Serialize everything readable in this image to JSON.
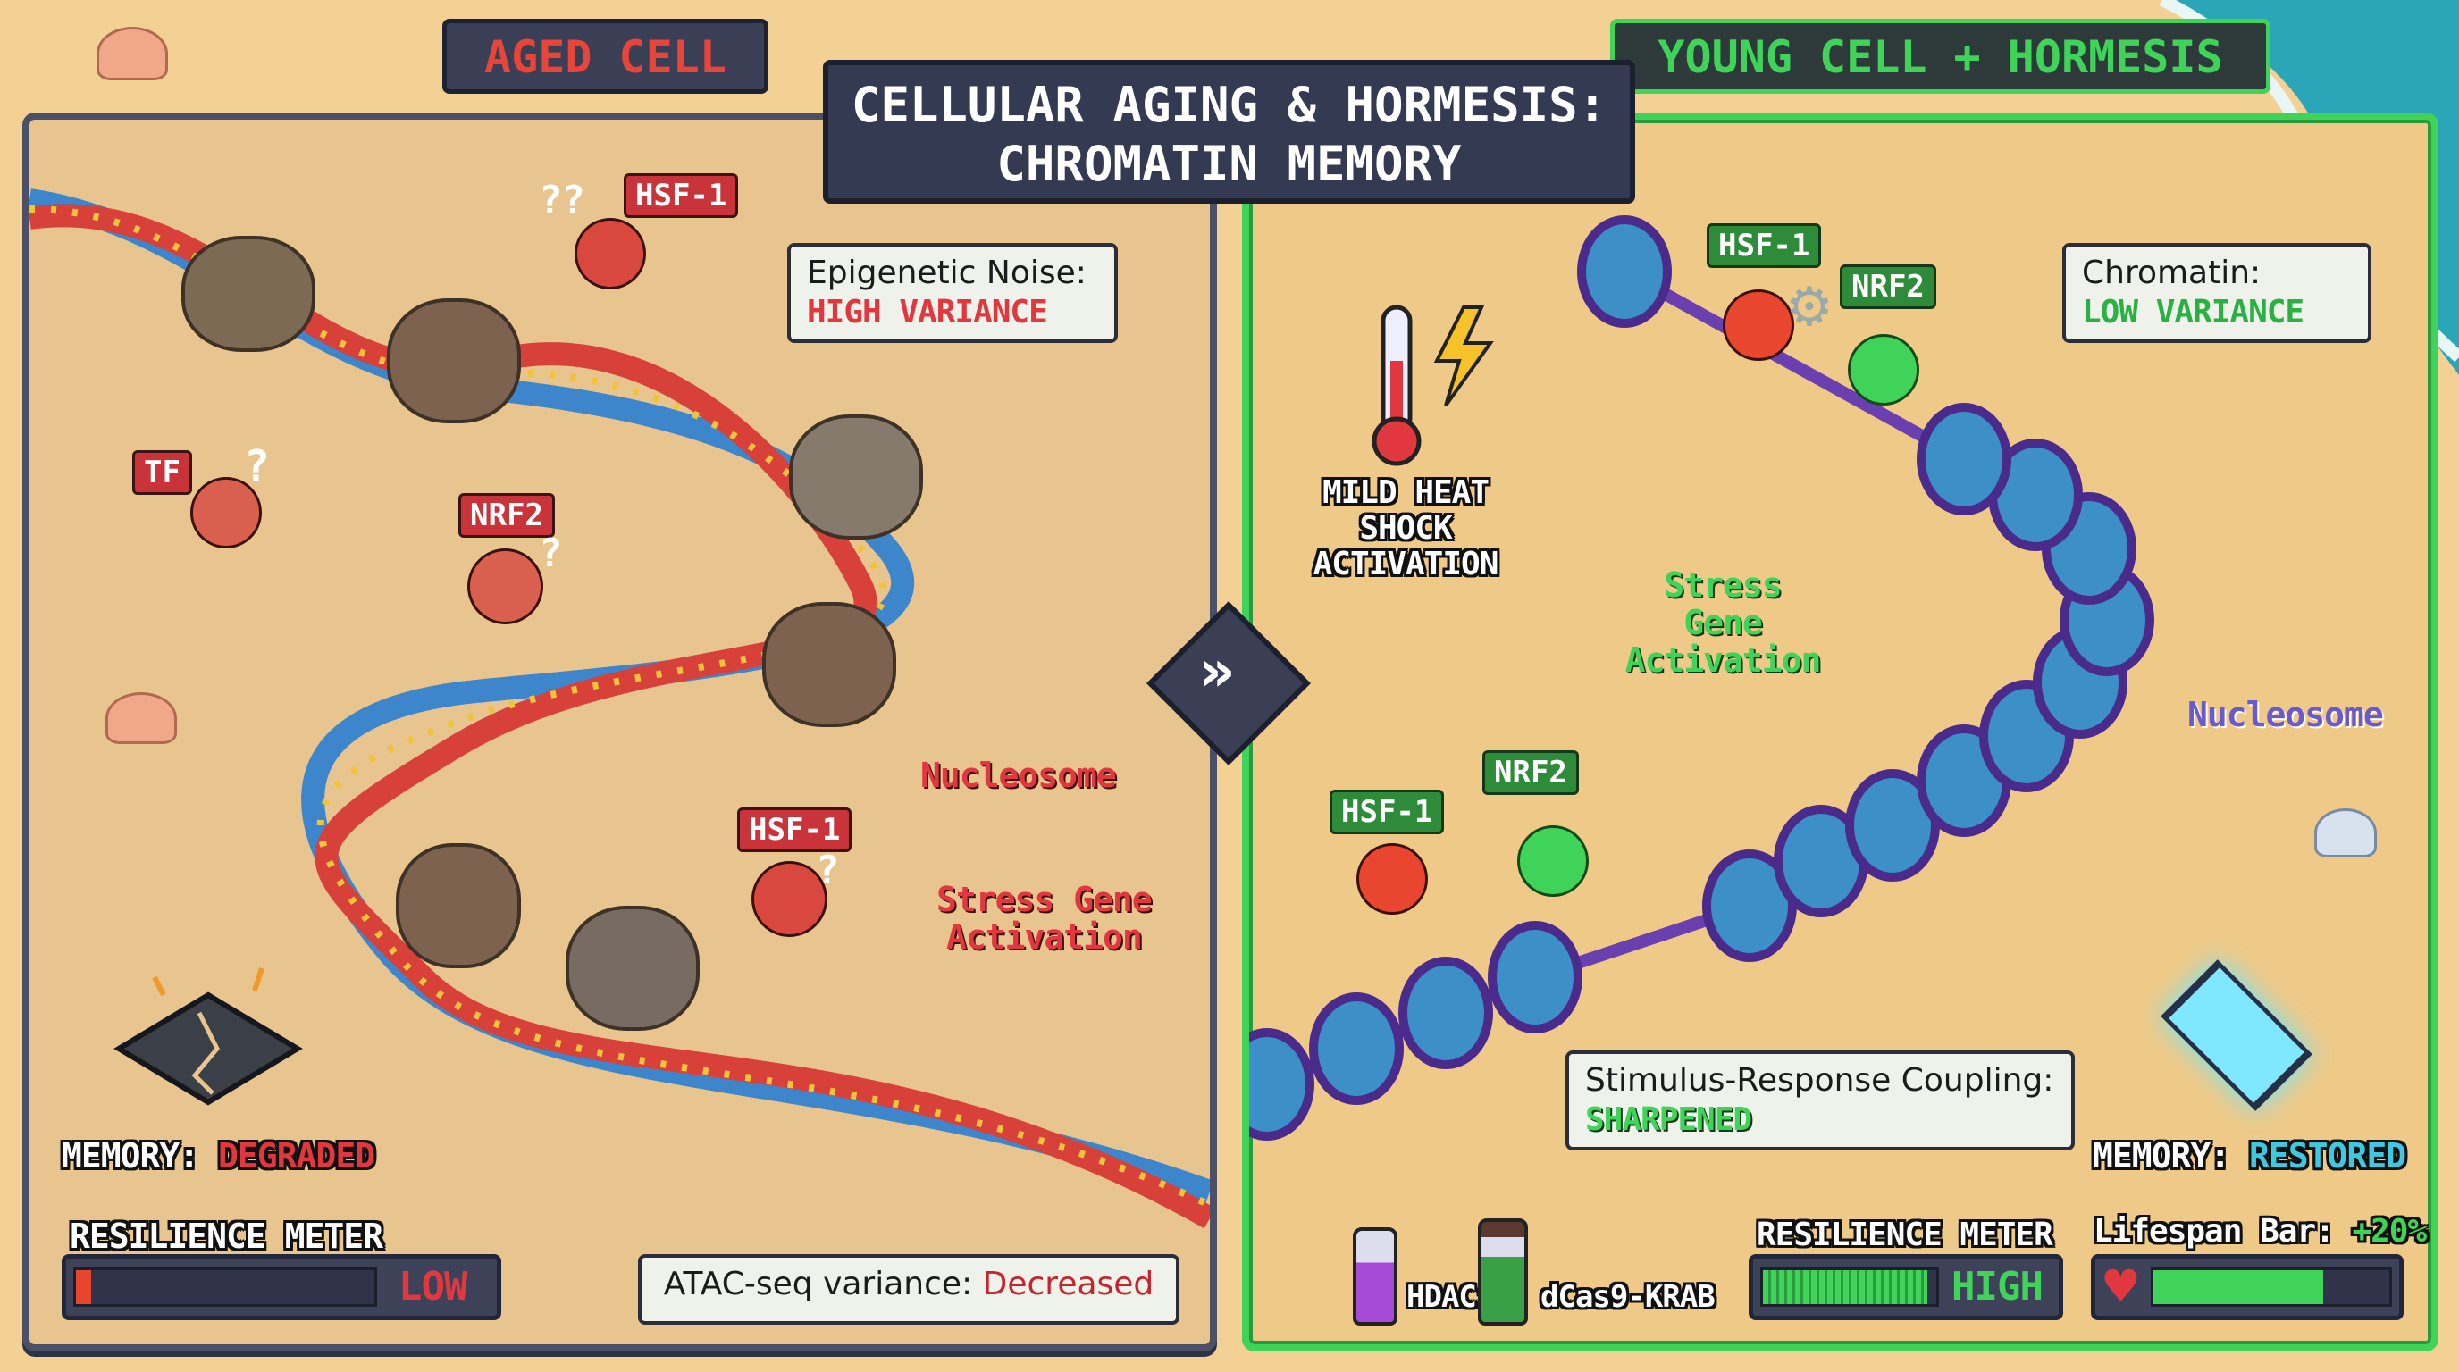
{
  "title": {
    "line1": "CELLULAR AGING & HORMESIS:",
    "line2": "CHROMATIN MEMORY"
  },
  "left": {
    "header": "AGED CELL",
    "epigenetic_noise": {
      "label": "Epigenetic Noise:",
      "value": "HIGH VARIANCE"
    },
    "tags": {
      "hsf1_top": "HSF-1",
      "tf": "TF",
      "nrf2": "NRF2",
      "hsf1_bottom": "HSF-1"
    },
    "question_marks": {
      "q1": "??",
      "q2": "?",
      "q3": "?",
      "q4": "?"
    },
    "nucleosome_label": "Nucleosome",
    "stress_gene": {
      "line1": "Stress Gene",
      "line2": "Activation"
    },
    "memory": {
      "label": "MEMORY:",
      "value": "DEGRADED"
    },
    "resilience": {
      "label": "RESILIENCE METER",
      "level_text": "LOW",
      "fill_fraction": 0.05
    },
    "atac": {
      "label": "ATAC-seq variance:",
      "value": "Decreased"
    }
  },
  "right": {
    "header": "YOUNG CELL + HORMESIS",
    "heat_shock": {
      "line1": "MILD HEAT",
      "line2": "SHOCK",
      "line3": "ACTIVATION"
    },
    "tags": {
      "hsf1_top": "HSF-1",
      "nrf2_top": "NRF2",
      "hsf1_bottom": "HSF-1",
      "nrf2_bottom": "NRF2"
    },
    "chromatin": {
      "label": "Chromatin:",
      "value": "LOW VARIANCE"
    },
    "stress_gene": {
      "line1": "Stress Gene",
      "line2": "Activation"
    },
    "nucleosome_label": "Nucleosome",
    "coupling": {
      "label": "Stimulus-Response Coupling:",
      "value": "SHARPENED"
    },
    "memory": {
      "label": "MEMORY:",
      "value": "RESTORED"
    },
    "vials": [
      {
        "label": "HDACi",
        "color": "#a64ad8"
      },
      {
        "label": "dCas9-KRAB",
        "color": "#3aa048"
      }
    ],
    "resilience": {
      "label": "RESILIENCE METER",
      "level_text": "HIGH",
      "fill_fraction": 0.95
    },
    "lifespan": {
      "label": "Lifespan Bar:",
      "value": "+20%",
      "fill_fraction": 0.72
    }
  },
  "colors": {
    "red": "#e0383e",
    "green": "#3fd35a",
    "cyan": "#3fc9e0",
    "dark": "#2e3245",
    "sand": "#f3d194"
  },
  "icons": [
    "shell-icon",
    "thermometer-icon",
    "lightning-icon",
    "broken-chip-icon",
    "glowing-chip-icon",
    "heart-icon",
    "fast-forward-icon",
    "gear-icon"
  ]
}
